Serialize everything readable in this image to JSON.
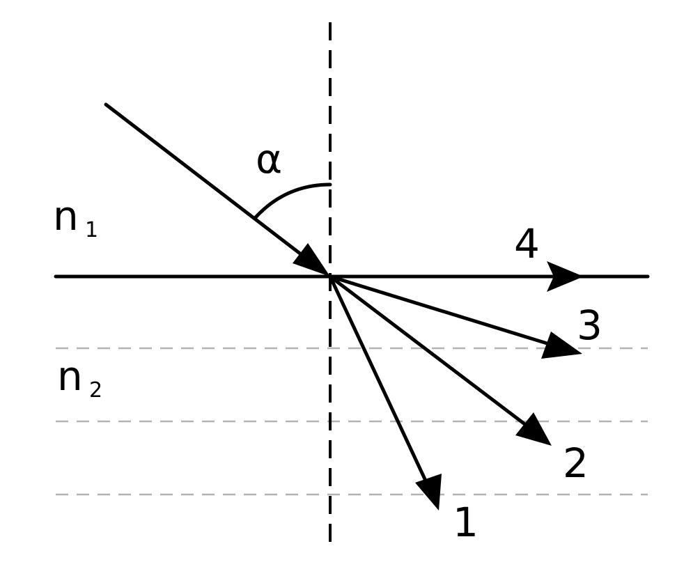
{
  "labels": {
    "angle": "α",
    "medium1_base": "n",
    "medium1_sub": "1",
    "medium2_base": "n",
    "medium2_sub": "2",
    "ray1": "1",
    "ray2": "2",
    "ray3": "3",
    "ray4": "4"
  },
  "colors": {
    "line": "#000000",
    "guide": "#b3b3b3",
    "background": "#ffffff"
  }
}
